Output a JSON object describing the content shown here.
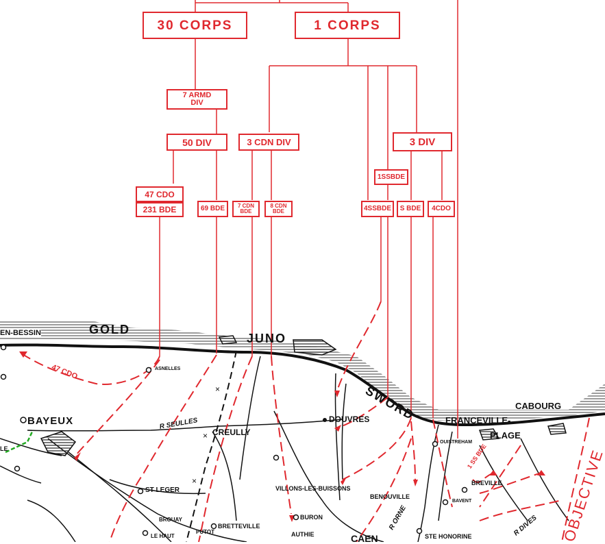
{
  "colors": {
    "red": "#e0282e",
    "ink": "#111111",
    "green": "#22aa22"
  },
  "formations": {
    "corps_30": "30 CORPS",
    "corps_1": "1 CORPS",
    "armd_7_line1": "7 ARMD",
    "armd_7_line2": "DIV",
    "div_50": "50 DIV",
    "div_3cdn": "3 CDN DIV",
    "div_3": "3 DIV",
    "ss_1": "1SSBDE",
    "cdo_47": "47 CDO",
    "bde_231": "231 BDE",
    "bde_69": "69 BDE",
    "bde_7cdn_line1": "7 CDN",
    "bde_7cdn_line2": "BDE",
    "bde_8cdn_line1": "8 CDN",
    "bde_8cdn_line2": "BDE",
    "ss_4": "4SSBDE",
    "bde_s": "S BDE",
    "cdo_4": "4CDO"
  },
  "beaches": {
    "gold": "GOLD",
    "juno": "JUNO",
    "sword": "SWORD"
  },
  "places": {
    "port_en_bessin": "EN-BESSIN",
    "bayeux": "BAYEUX",
    "cabourg": "CABOURG",
    "franceville": "FRANCEVILLE-",
    "plage": "PLAGE",
    "creully": "CREULLY",
    "douvres": "DOUVRES",
    "st_leger": "ST LEGER",
    "villons": "VILLONS-LES-BUISSONS",
    "buron": "BURON",
    "benouville": "BENOUVILLE",
    "breville": "BREVILLE",
    "bavent": "BAVENT",
    "ouistreham": "OUISTREHAM",
    "bretteville": "BRETTEVILLE",
    "authie": "AUTHIE",
    "asnelles": "ASNELLES",
    "brouay": "BROUAY",
    "putot": "PUTOT",
    "le_haut": "LE HAUT",
    "caen": "CAEN",
    "st_honorine": "STE HONORINE",
    "left_edge": "LE"
  },
  "map_labels": {
    "cdo_47_route": "47 CDO",
    "ss_1_route": "1 SS BDE",
    "r_seulles": "R SEULLES",
    "r_orne": "R ORNE",
    "r_dives": "R DIVES",
    "objective": "OBJECTIVE"
  }
}
